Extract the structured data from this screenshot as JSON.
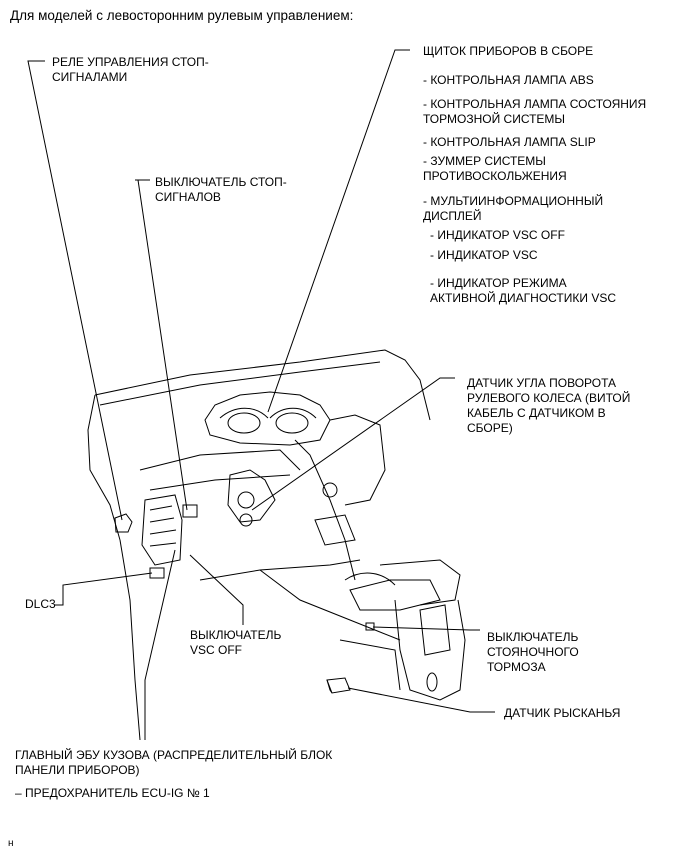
{
  "title": "Для моделей с левосторонним рулевым управлением:",
  "labels": {
    "stop_relay": "РЕЛЕ УПРАВЛЕНИЯ СТОП-\nСИГНАЛАМИ",
    "stop_switch": "ВЫКЛЮЧАТЕЛЬ СТОП-\nСИГНАЛОВ",
    "cluster": "ЩИТОК ПРИБОРОВ В СБОРЕ",
    "abs_lamp": "- КОНТРОЛЬНАЯ ЛАМПА ABS",
    "brake_lamp": "- КОНТРОЛЬНАЯ ЛАМПА СОСТОЯНИЯ\nТОРМОЗНОЙ СИСТЕМЫ",
    "slip_lamp": "- КОНТРОЛЬНАЯ ЛАМПА SLIP",
    "buzzer": "- ЗУММЕР СИСТЕМЫ\nПРОТИВОСКОЛЬЖЕНИЯ",
    "multi_display": "- МУЛЬТИИНФОРМАЦИОННЫЙ\nДИСПЛЕЙ",
    "vsc_off_ind": "- ИНДИКАТОР VSC OFF",
    "vsc_ind": "- ИНДИКАТОР VSC",
    "vsc_diag": "- ИНДИКАТОР РЕЖИМА\nАКТИВНОЙ ДИАГНОСТИКИ VSC",
    "steering_sensor": "ДАТЧИК УГЛА ПОВОРОТА\nРУЛЕВОГО КОЛЕСА (ВИТОЙ\nКАБЕЛЬ С ДАТЧИКОМ В\nСБОРЕ)",
    "dlc3": "DLC3",
    "vsc_off_switch": "ВЫКЛЮЧАТЕЛЬ\nVSC OFF",
    "parking_switch": "ВЫКЛЮЧАТЕЛЬ\nСТОЯНОЧНОГО\nТОРМОЗА",
    "yaw_sensor": "ДАТЧИК РЫСКАНЬЯ",
    "body_ecu": "ГЛАВНЫЙ ЭБУ КУЗОВА (РАСПРЕДЕЛИТЕЛЬНЫЙ БЛОК\nПАНЕЛИ ПРИБОРОВ)",
    "fuse": "– ПРЕДОХРАНИТЕЛЬ ECU-IG № 1",
    "corner_mark": "н"
  }
}
